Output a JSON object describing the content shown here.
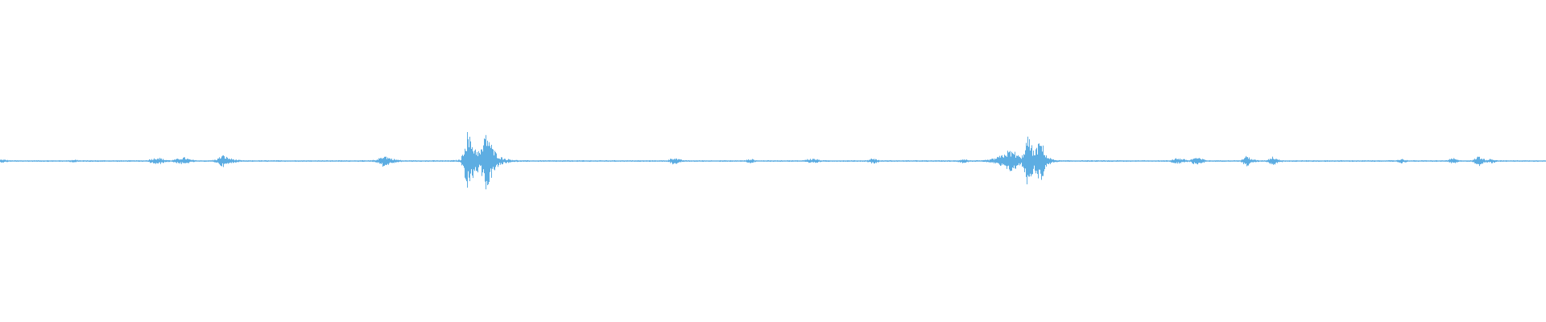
{
  "chart_data": {
    "type": "area",
    "kind": "audio-waveform",
    "title": "",
    "xlabel": "",
    "ylabel": "",
    "ylim": [
      -1,
      1
    ],
    "grid": false,
    "legend": "none",
    "color": "#5dade2",
    "background": "#ffffff",
    "envelope": [
      0.01,
      0.005,
      0.005,
      0.005,
      0.005,
      0.005,
      0.005,
      0.005,
      0.005,
      0.005,
      0.005,
      0.01,
      0.005,
      0.005,
      0.005,
      0.005,
      0.005,
      0.005,
      0.005,
      0.005,
      0.005,
      0.005,
      0.005,
      0.015,
      0.025,
      0.01,
      0.005,
      0.015,
      0.025,
      0.01,
      0.005,
      0.005,
      0.005,
      0.01,
      0.04,
      0.02,
      0.01,
      0.005,
      0.005,
      0.005,
      0.005,
      0.005,
      0.005,
      0.005,
      0.005,
      0.005,
      0.005,
      0.005,
      0.005,
      0.005,
      0.005,
      0.005,
      0.005,
      0.005,
      0.005,
      0.005,
      0.005,
      0.005,
      0.01,
      0.04,
      0.02,
      0.01,
      0.005,
      0.005,
      0.005,
      0.005,
      0.005,
      0.005,
      0.005,
      0.005,
      0.006,
      0.01,
      0.19,
      0.1,
      0.06,
      0.2,
      0.08,
      0.03,
      0.015,
      0.01,
      0.005,
      0.005,
      0.005,
      0.005,
      0.005,
      0.005,
      0.005,
      0.005,
      0.005,
      0.005,
      0.005,
      0.005,
      0.005,
      0.005,
      0.005,
      0.005,
      0.005,
      0.005,
      0.005,
      0.005,
      0.005,
      0.005,
      0.005,
      0.005,
      0.025,
      0.01,
      0.005,
      0.005,
      0.005,
      0.005,
      0.005,
      0.005,
      0.005,
      0.005,
      0.005,
      0.005,
      0.015,
      0.005,
      0.005,
      0.005,
      0.005,
      0.005,
      0.005,
      0.005,
      0.005,
      0.015,
      0.015,
      0.005,
      0.005,
      0.005,
      0.005,
      0.005,
      0.005,
      0.005,
      0.005,
      0.02,
      0.005,
      0.005,
      0.005,
      0.005,
      0.005,
      0.005,
      0.005,
      0.005,
      0.005,
      0.005,
      0.005,
      0.005,
      0.005,
      0.015,
      0.005,
      0.005,
      0.005,
      0.01,
      0.02,
      0.04,
      0.07,
      0.06,
      0.02,
      0.165,
      0.06,
      0.14,
      0.03,
      0.01,
      0.005,
      0.005,
      0.005,
      0.005,
      0.005,
      0.005,
      0.005,
      0.005,
      0.005,
      0.005,
      0.005,
      0.005,
      0.005,
      0.005,
      0.005,
      0.005,
      0.005,
      0.005,
      0.02,
      0.015,
      0.005,
      0.025,
      0.015,
      0.005,
      0.005,
      0.005,
      0.005,
      0.005,
      0.005,
      0.035,
      0.01,
      0.005,
      0.005,
      0.03,
      0.01,
      0.005,
      0.005,
      0.005,
      0.005,
      0.005,
      0.005,
      0.005,
      0.005,
      0.005,
      0.005,
      0.005,
      0.005,
      0.005,
      0.005,
      0.005,
      0.005,
      0.005,
      0.005,
      0.015,
      0.005,
      0.005,
      0.005,
      0.005,
      0.005,
      0.005,
      0.005,
      0.02,
      0.005,
      0.005,
      0.005,
      0.035,
      0.01,
      0.015,
      0.005,
      0.005,
      0.005,
      0.005,
      0.005,
      0.005,
      0.005,
      0.005
    ]
  }
}
